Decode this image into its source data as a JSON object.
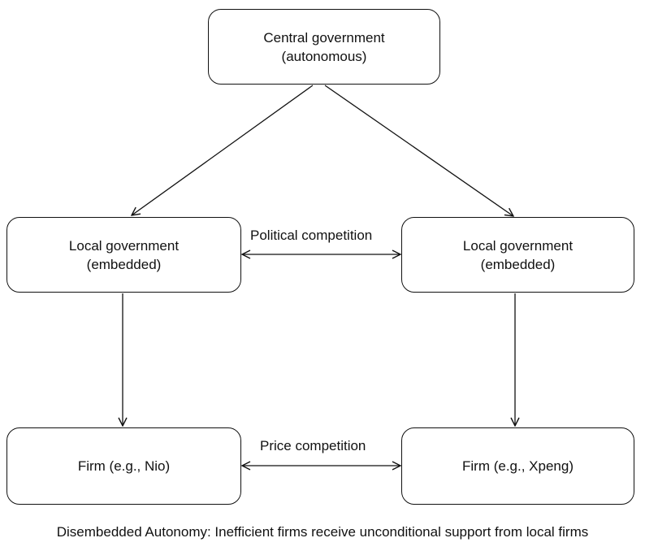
{
  "nodes": {
    "central": {
      "line1": "Central government",
      "line2": "(autonomous)"
    },
    "local_left": {
      "line1": "Local government",
      "line2": "(embedded)"
    },
    "local_right": {
      "line1": "Local government",
      "line2": "(embedded)"
    },
    "firm_left": {
      "label": "Firm (e.g., Nio)"
    },
    "firm_right": {
      "label": "Firm (e.g., Xpeng)"
    }
  },
  "edges": {
    "political": "Political competition",
    "price": "Price competition"
  },
  "caption": "Disembedded Autonomy: Inefficient firms receive unconditional support from local firms"
}
